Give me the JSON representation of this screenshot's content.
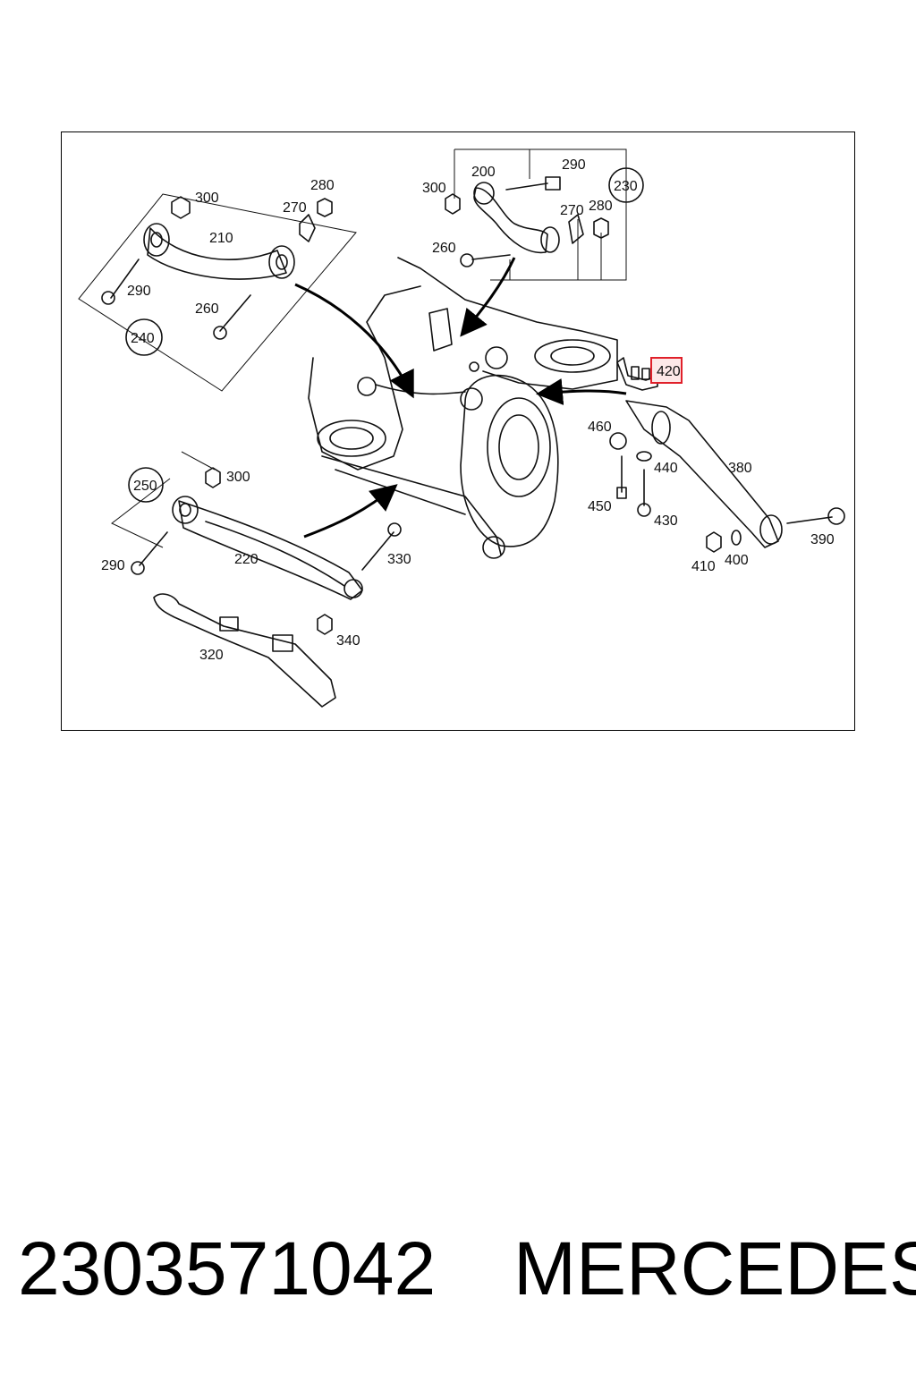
{
  "labels": {
    "l300a": "300",
    "l280a": "280",
    "l270a": "270",
    "l210": "210",
    "l290a": "290",
    "l260a": "260",
    "l240": "240",
    "l300b": "300",
    "l200": "200",
    "l290b": "290",
    "l230": "230",
    "l270b": "270",
    "l280b": "280",
    "l260b": "260",
    "l420": "420",
    "l460": "460",
    "l440": "440",
    "l380": "380",
    "l450": "450",
    "l430": "430",
    "l390": "390",
    "l410": "410",
    "l400": "400",
    "l250": "250",
    "l300c": "300",
    "l290c": "290",
    "l220": "220",
    "l330": "330",
    "l340": "340",
    "l320": "320"
  },
  "highlight_color": "#e0202a",
  "footer": {
    "part_number": "2303571042",
    "brand": "MERCEDES"
  }
}
